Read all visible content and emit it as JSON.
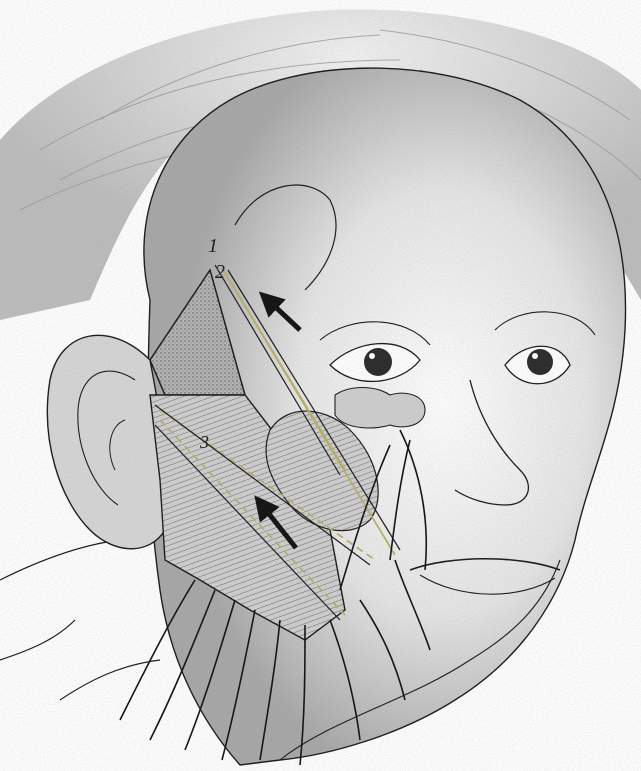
{
  "figure": {
    "labels": {
      "one": "1",
      "two": "2",
      "three": "3"
    },
    "colors": {
      "background": "#ffffff",
      "ink": "#1a1a1a",
      "skin_shade": "#c8c8c8",
      "hair_shade": "#d9d9d9",
      "flap_fill": "#a9a9a9",
      "vector_line": "#b8b06a"
    }
  }
}
